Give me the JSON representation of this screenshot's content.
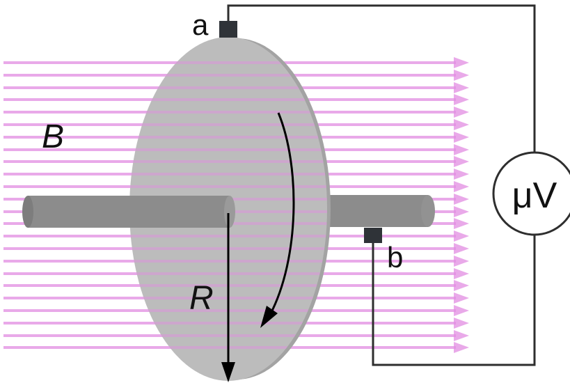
{
  "labels": {
    "field": "B",
    "radius": "R",
    "contact_a": "a",
    "contact_b": "b",
    "meter": "μV"
  },
  "colors": {
    "field_lines": "#e28ce2",
    "disk_face": "#bcbcbc",
    "disk_rim": "#a3a3a3",
    "axle": "#8c8c8c",
    "wire": "#2e2e2e",
    "contact": "#2f3338",
    "arrow": "#000000"
  },
  "icons": {
    "field_arrow": "arrowhead-right-icon",
    "rotation_arrow": "curved-arrow-icon",
    "radius_arrow": "arrow-down-icon",
    "meter": "voltmeter-icon"
  }
}
